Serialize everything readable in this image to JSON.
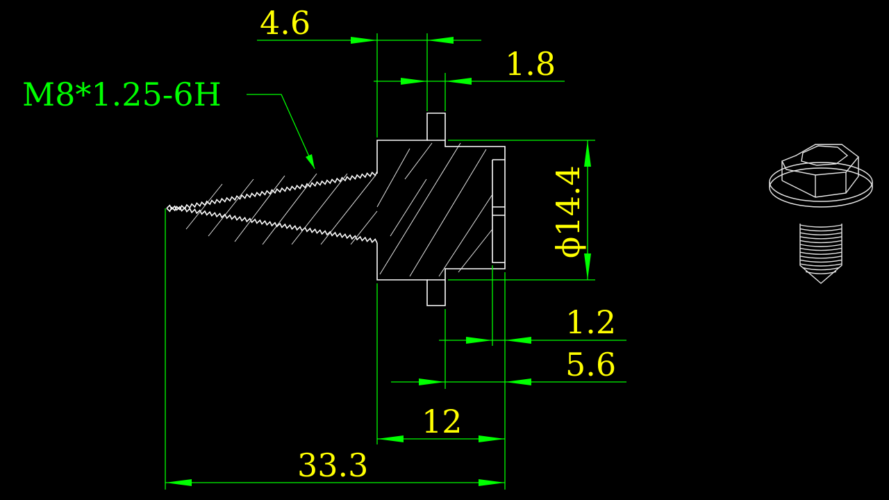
{
  "drawing": {
    "thread_callout": "M8*1.25-6H",
    "dimensions": {
      "d_4_6": "4.6",
      "d_1_8": "1.8",
      "d_dia_14_4": "ϕ14.4",
      "d_1_2": "1.2",
      "d_5_6": "5.6",
      "d_12": "12",
      "d_33_3": "33.3"
    },
    "colors": {
      "background": "#000000",
      "geometry": "#ffffff",
      "dimension_lines": "#00ff00",
      "dimension_text": "#ffff00",
      "callout_text": "#00ff00"
    },
    "icons": {
      "isometric_view": "hex-flange-bolt-icon"
    }
  }
}
